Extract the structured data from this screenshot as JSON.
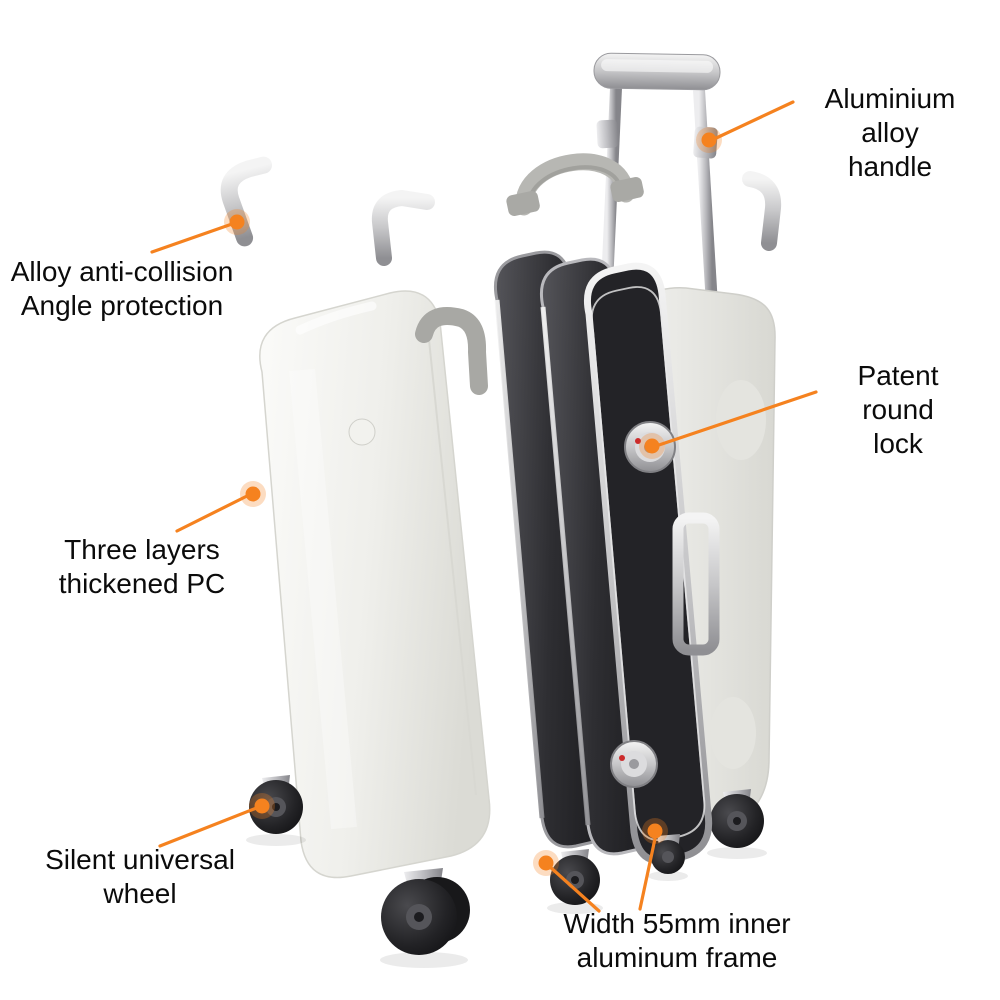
{
  "colors": {
    "accent": "#F5821F",
    "text": "#0b0b0b",
    "background": "#ffffff"
  },
  "callouts": [
    {
      "id": "aluminium-alloy-handle",
      "label": "Aluminium alloy\nhandle"
    },
    {
      "id": "alloy-anti-collision",
      "label": "Alloy anti-collision\nAngle protection"
    },
    {
      "id": "patent-round-lock",
      "label": "Patent round\nlock"
    },
    {
      "id": "three-layers-pc",
      "label": "Three layers\nthickened PC"
    },
    {
      "id": "silent-universal-wheel",
      "label": "Silent universal\nwheel"
    },
    {
      "id": "inner-aluminum-frame",
      "label": "Width 55mm inner\naluminum frame"
    }
  ],
  "illustration": {
    "subject": "exploded-suitcase",
    "parts": [
      "telescopic-handle",
      "carry-handle",
      "back-shell",
      "inner-frame-layers",
      "round-locks",
      "side-handle",
      "front-shell",
      "corner-protectors",
      "wheels"
    ]
  }
}
